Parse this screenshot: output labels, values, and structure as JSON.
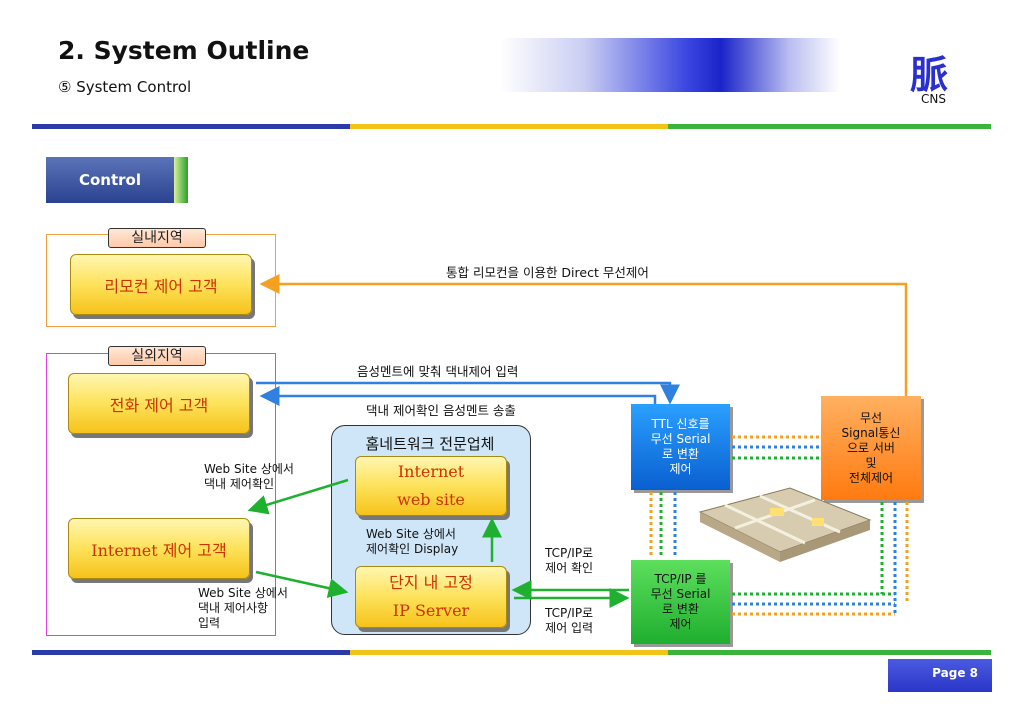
{
  "header": {
    "title": "2. System Outline",
    "subtitle": "⑤ System Control",
    "brand_mark": "脈",
    "brand_text": "CNS"
  },
  "section_tab": {
    "label": "Control"
  },
  "colors": {
    "blue_band": "#2b3aa8",
    "yellow_band": "#f2c417",
    "green_band": "#3cb43c",
    "indoor_border": "#f0a040",
    "outdoor_border": "#e040e0",
    "orange_link": "#f5a020",
    "blue_link": "#3080e0",
    "green_link": "#20b030"
  },
  "regions": {
    "indoor": {
      "tag": "실내지역"
    },
    "outdoor": {
      "tag": "실외지역"
    },
    "home_network": {
      "title": "홈네트워크 전문업체"
    }
  },
  "nodes": {
    "remote_customer": "리모컨 제어 고객",
    "phone_customer": "전화 제어 고객",
    "internet_customer": "Internet 제어 고객",
    "internet_site_line1": "Internet",
    "internet_site_line2": "web site",
    "ip_server_line1": "단지 내 고정",
    "ip_server_line2": "IP Server",
    "ttl_converter": [
      "TTL 신호를",
      "무선 Serial",
      "로 변환",
      "제어"
    ],
    "tcpip_converter": [
      "TCP/IP 를",
      "무선 Serial",
      "로 변환",
      "제어"
    ],
    "wireless_server": [
      "무선",
      "Signal통신",
      "으로 서버",
      "및",
      "전체제어"
    ]
  },
  "labels": {
    "direct_wireless": "통합 리모컨을 이용한 Direct 무선제어",
    "voice_input": "음성멘트에 맞춰 댁내제어 입력",
    "voice_output": "댁내 제어확인 음성멘트 송출",
    "web_confirm": [
      "Web Site 상에서",
      "댁내 제어확인"
    ],
    "web_display": [
      "Web Site 상에서",
      "제어확인 Display"
    ],
    "web_input": [
      "Web Site 상에서",
      "댁내 제어사항",
      "입력"
    ],
    "tcp_confirm": [
      "TCP/IP로",
      "제어 확인"
    ],
    "tcp_input": [
      "TCP/IP로",
      "제어 입력"
    ]
  },
  "footer": {
    "page": "Page 8"
  }
}
